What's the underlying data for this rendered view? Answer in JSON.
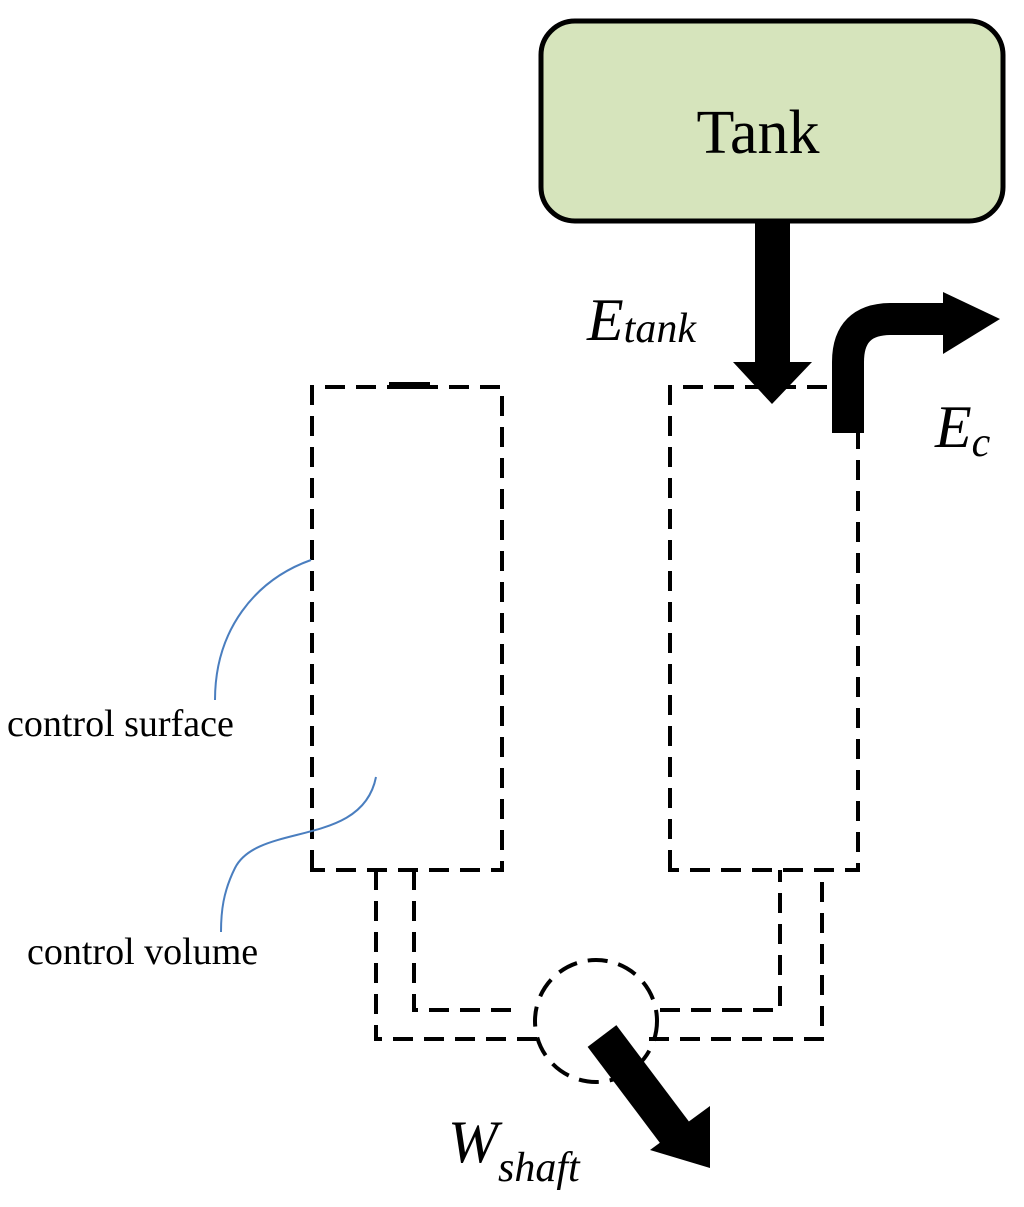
{
  "tank": {
    "label": "Tank",
    "fill": "#d6e4bc"
  },
  "energy": {
    "tank": {
      "symbol": "E",
      "subscript": "tank"
    },
    "c": {
      "symbol": "E",
      "subscript": "c"
    },
    "shaft": {
      "symbol": "W",
      "subscript": "shaft"
    }
  },
  "labels": {
    "control_surface": "control surface",
    "control_volume": "control volume"
  },
  "colors": {
    "leader_line": "#4a7ebf",
    "stroke": "#000000"
  }
}
